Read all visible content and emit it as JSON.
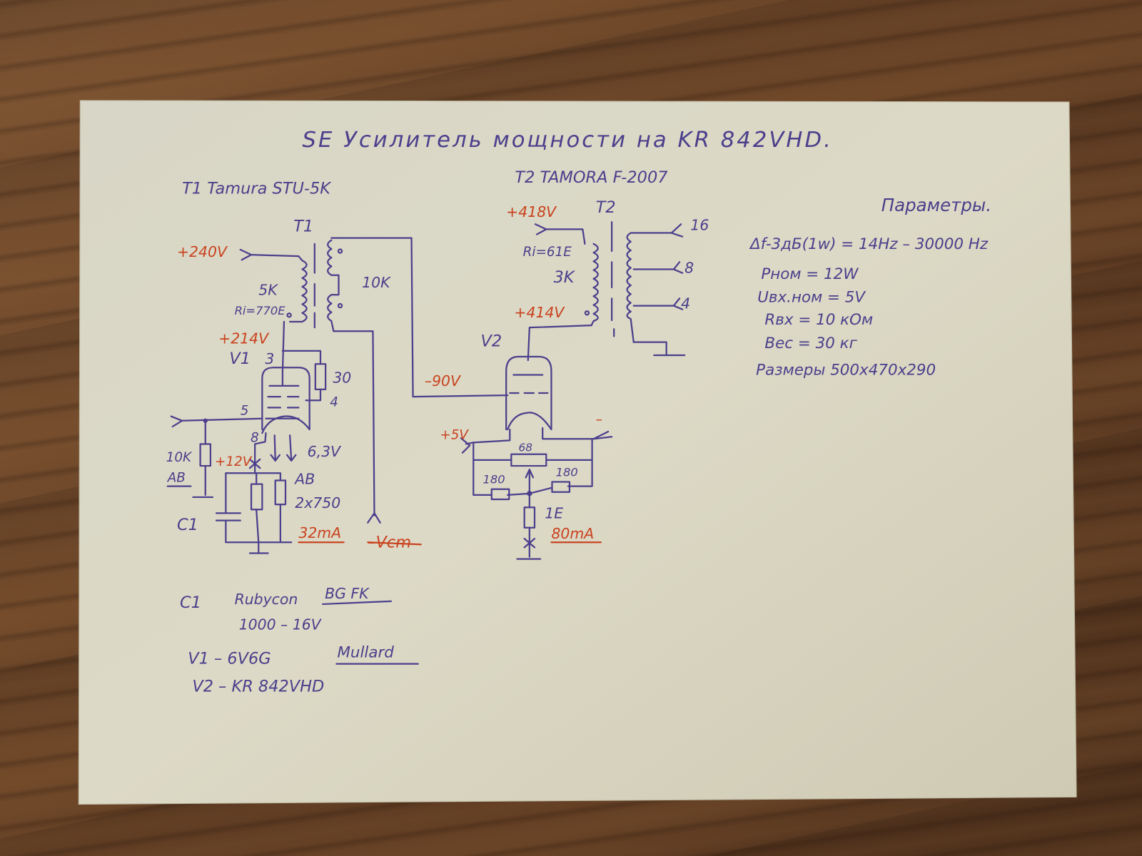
{
  "title": "SE Усилитель мощности на KR 842VHD.",
  "transformers": {
    "t1_spec": "T1 Tamura STU-5K",
    "t2_spec": "T2 TAMORA F-2007"
  },
  "stage1": {
    "t1_label": "T1",
    "supply_voltage": "+240V",
    "primary_impedance": "5K",
    "ri": "Ri=770E",
    "secondary_impedance": "10K",
    "plate_voltage": "+214V",
    "tube_label": "V1",
    "pin3": "3",
    "screen_resistor": "30",
    "pin4": "4",
    "pin5": "5",
    "pin8": "8",
    "heater_voltage": "6,3V",
    "grid_resistor": "10K",
    "grid_resistor_type": "AB",
    "cathode_voltage": "+12V",
    "cathode_resistor_type": "AB",
    "cathode_resistors": "2x750",
    "capacitor": "C1",
    "current": "32mA",
    "bias_output": "–Vcm"
  },
  "stage2": {
    "supply_voltage": "+418V",
    "t2_label": "T2",
    "ri": "Ri=61E",
    "primary_impedance": "3K",
    "plate_voltage": "+414V",
    "tube_label": "V2",
    "tap_16": "16",
    "tap_8": "8",
    "tap_4": "4",
    "grid_voltage": "–90V",
    "filament_plus": "+5V",
    "filament_minus": "–",
    "hum_pot": "68",
    "resistor_left": "180",
    "resistor_right": "180",
    "cathode_resistor": "1E",
    "current": "80mA"
  },
  "parameters": {
    "heading": "Параметры.",
    "items": [
      "Δf-3дБ(1w) = 14Hz – 30000 Hz",
      "Pном = 12W",
      "Uвх.ном = 5V",
      "Rвх = 10 кОм",
      "Вес = 30 кг",
      "Размеры  500x470x290"
    ]
  },
  "parts": {
    "c1_name": "C1",
    "c1_brand": "Rubycon",
    "c1_series": "BG FK",
    "c1_value": "1000 – 16V",
    "v1": "V1 – 6V6G",
    "v1_brand": "Mullard",
    "v2": "V2 – KR 842VHD"
  },
  "colors": {
    "ink": "#4b3f8c",
    "red_ink": "#c9431f",
    "paper": "#dcd9c6",
    "wood": "#6a4427"
  }
}
